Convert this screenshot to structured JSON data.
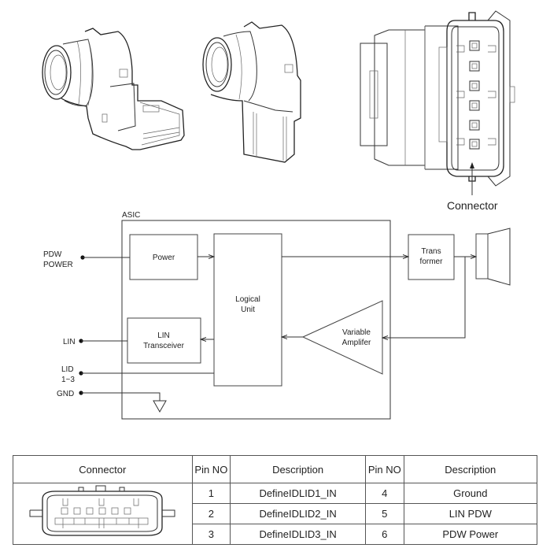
{
  "illustrations": {
    "sensor_views": [
      "sensor-side-view-1",
      "sensor-side-view-2",
      "sensor-rear-view"
    ],
    "connector_callout": "Connector"
  },
  "block_diagram": {
    "asic_label": "ASIC",
    "inputs": {
      "pdw_power": [
        "PDW",
        "POWER"
      ],
      "lin": "LIN",
      "lid": [
        "LID",
        "1~3"
      ],
      "gnd": "GND"
    },
    "blocks": {
      "power": "Power",
      "logical_unit": [
        "Logical",
        "Unit"
      ],
      "lin_transceiver": [
        "LIN",
        "Transceiver"
      ],
      "variable_amplifier": [
        "Variable",
        "Amplifer"
      ],
      "transformer": [
        "Trans",
        "former"
      ]
    }
  },
  "pin_table": {
    "headers": [
      "Connector",
      "Pin NO",
      "Description",
      "Pin NO",
      "Description"
    ],
    "rows": [
      {
        "pin_a": "1",
        "desc_a": "DefineIDLID1_IN",
        "pin_b": "4",
        "desc_b": "Ground"
      },
      {
        "pin_a": "2",
        "desc_a": "DefineIDLID2_IN",
        "pin_b": "5",
        "desc_b": "LIN PDW"
      },
      {
        "pin_a": "3",
        "desc_a": "DefineIDLID3_IN",
        "pin_b": "6",
        "desc_b": "PDW Power"
      }
    ]
  }
}
